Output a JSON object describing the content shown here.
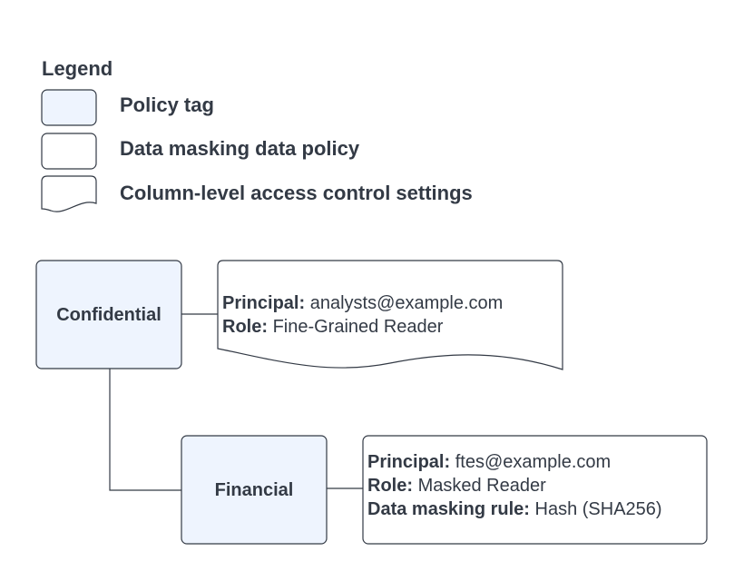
{
  "legend": {
    "title": "Legend",
    "items": [
      {
        "label": "Policy tag"
      },
      {
        "label": "Data masking data policy"
      },
      {
        "label": "Column-level access control settings"
      }
    ]
  },
  "nodes": {
    "confidential": {
      "label": "Confidential",
      "access": {
        "principal_key": "Principal:",
        "principal_value": "analysts@example.com",
        "role_key": "Role:",
        "role_value": "Fine-Grained Reader"
      }
    },
    "financial": {
      "label": "Financial",
      "masking_policy": {
        "principal_key": "Principal:",
        "principal_value": "ftes@example.com",
        "role_key": "Role:",
        "role_value": "Masked Reader",
        "rule_key": "Data masking rule:",
        "rule_value": "Hash (SHA256)"
      }
    }
  },
  "colors": {
    "policy_tag_fill": "#eef4fe",
    "stroke": "#333a45",
    "text": "#333a45",
    "background": "#ffffff"
  }
}
